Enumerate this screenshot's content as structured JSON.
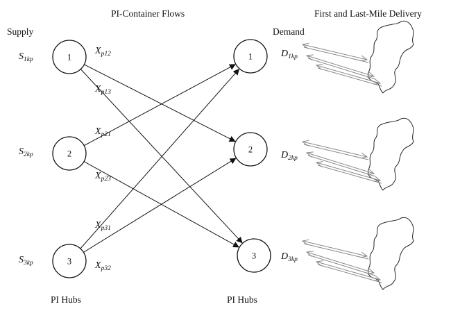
{
  "headers": {
    "flows": "PI-Container Flows",
    "delivery": "First and Last-Mile Delivery",
    "supply": "Supply",
    "demand": "Demand",
    "hubs_left": "PI Hubs",
    "hubs_right": "PI Hubs"
  },
  "supply_nodes": [
    {
      "id": "1",
      "label_main": "S",
      "label_sub": "1kp"
    },
    {
      "id": "2",
      "label_main": "S",
      "label_sub": "2kp"
    },
    {
      "id": "3",
      "label_main": "S",
      "label_sub": "3kp"
    }
  ],
  "demand_nodes": [
    {
      "id": "1",
      "label_main": "D",
      "label_sub": "1kp"
    },
    {
      "id": "2",
      "label_main": "D",
      "label_sub": "2kp"
    },
    {
      "id": "3",
      "label_main": "D",
      "label_sub": "3kp"
    }
  ],
  "flows": [
    {
      "from": 0,
      "to": 1,
      "main": "X",
      "sub": "p12"
    },
    {
      "from": 0,
      "to": 2,
      "main": "X",
      "sub": "p13"
    },
    {
      "from": 1,
      "to": 0,
      "main": "X",
      "sub": "p21"
    },
    {
      "from": 1,
      "to": 2,
      "main": "X",
      "sub": "p23"
    },
    {
      "from": 2,
      "to": 0,
      "main": "X",
      "sub": "p31"
    },
    {
      "from": 2,
      "to": 1,
      "main": "X",
      "sub": "p32"
    }
  ]
}
